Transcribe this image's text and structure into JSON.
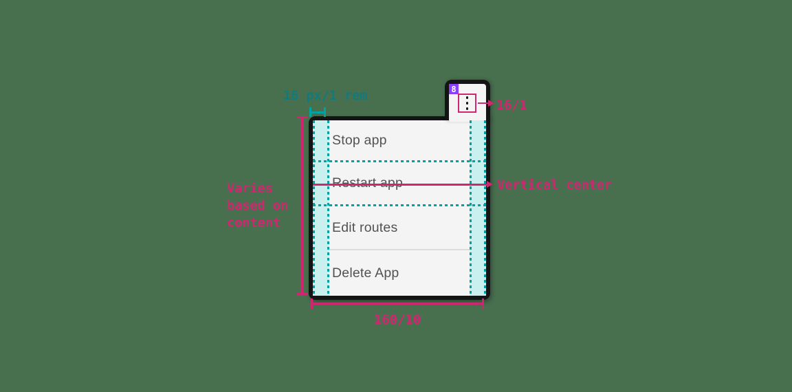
{
  "component": {
    "badge_count": "8",
    "overflow_icon": "overflow-menu-kebab",
    "menu_items": [
      "Stop app",
      "Restart app",
      "Edit routes",
      "Delete App"
    ]
  },
  "annotations": {
    "padding_label": "16 px/1 rem",
    "icon_size_label": "16/1",
    "vertical_center_label": "Vertical center",
    "height_label_lines": [
      "Varies",
      "based on",
      "content"
    ],
    "width_label": "160/10"
  },
  "colors": {
    "annotation_pink": "#d02670",
    "annotation_teal": "#00a2a2",
    "teal_text": "#127a7c",
    "highlight_fill": "#c9f0ef",
    "badge_purple": "#8a3ffc",
    "menu_bg": "#f4f4f4",
    "menu_border": "#141414",
    "menu_text": "#525252",
    "background": "#48704f"
  }
}
